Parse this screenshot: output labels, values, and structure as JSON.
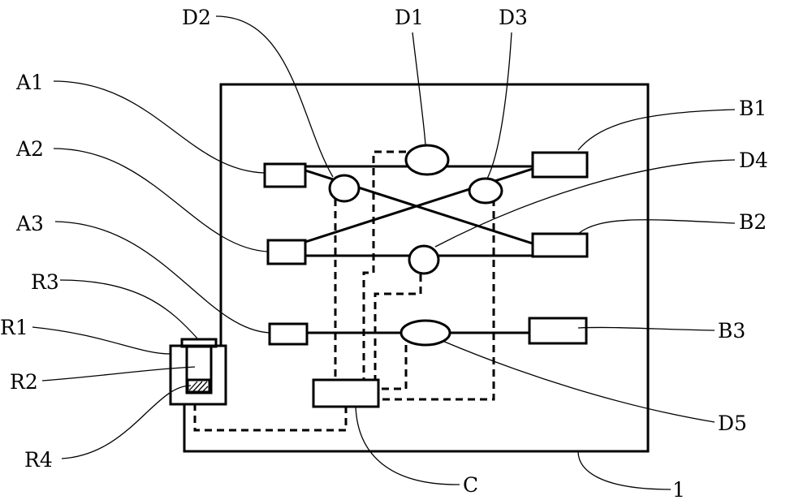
{
  "labels": {
    "A1": "A1",
    "A2": "A2",
    "A3": "A3",
    "B1": "B1",
    "B2": "B2",
    "B3": "B3",
    "D1": "D1",
    "D2": "D2",
    "D3": "D3",
    "D4": "D4",
    "D5": "D5",
    "R1": "R1",
    "R2": "R2",
    "R3": "R3",
    "R4": "R4",
    "C": "C",
    "one": "1"
  }
}
